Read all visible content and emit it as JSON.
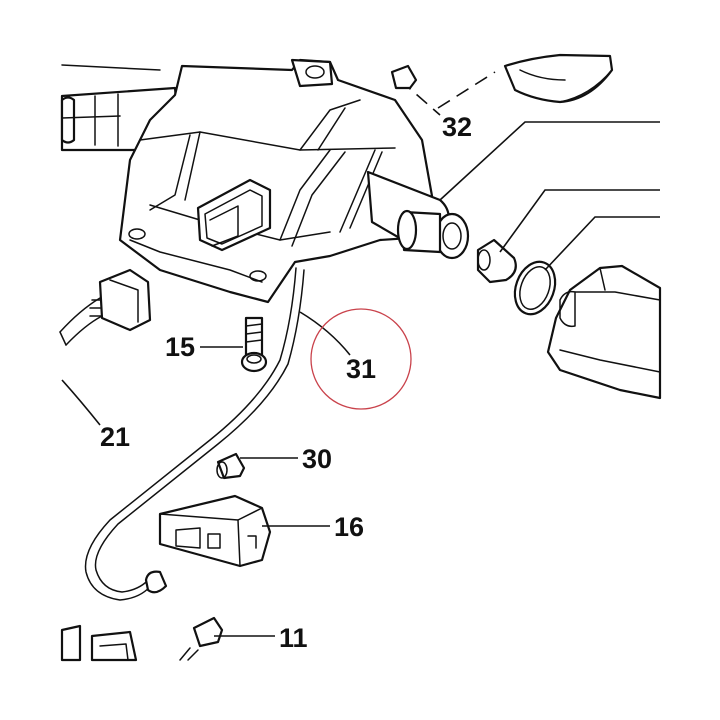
{
  "callouts": {
    "c32": "32",
    "c15": "15",
    "c31": "31",
    "c21": "21",
    "c30": "30",
    "c16": "16",
    "c11": "11"
  },
  "highlighted_callout": "31",
  "colors": {
    "line": "#111111",
    "highlight_circle": "#c9424b",
    "background": "#ffffff"
  }
}
